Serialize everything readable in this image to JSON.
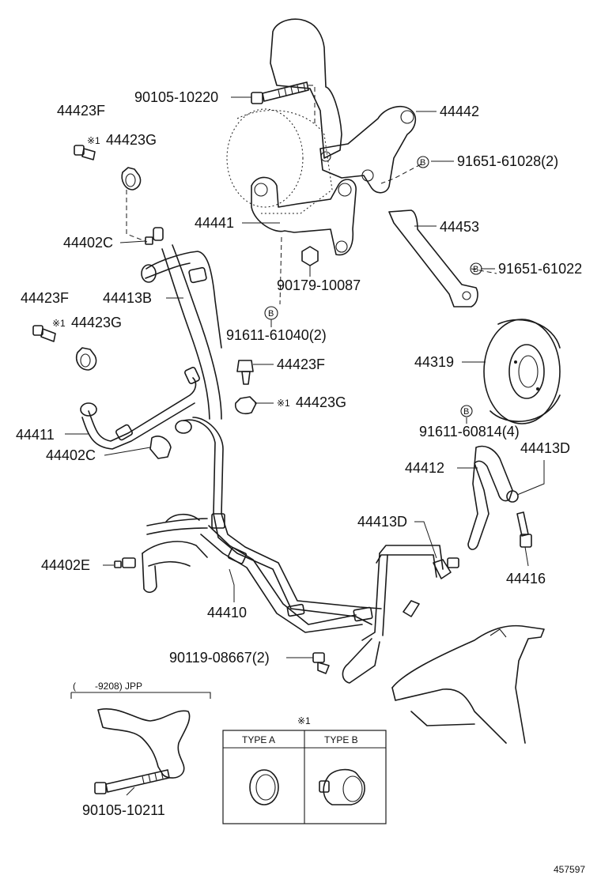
{
  "labels": {
    "l_90105_10220": "90105-10220",
    "l_44442": "44442",
    "l_44423F_a": "44423F",
    "l_44423G_a": "44423G",
    "l_91651_61028": "91651-61028(2)",
    "l_44441": "44441",
    "l_44453": "44453",
    "l_44402C_a": "44402C",
    "l_91651_61022": "91651-61022",
    "l_90179_10087": "90179-10087",
    "l_44423F_b": "44423F",
    "l_44413B": "44413B",
    "l_44423G_b": "44423G",
    "l_91611_61040": "91611-61040(2)",
    "l_44319": "44319",
    "l_44423F_c": "44423F",
    "l_44423G_c": "44423G",
    "l_44411": "44411",
    "l_91611_60814": "91611-60814(4)",
    "l_44402C_b": "44402C",
    "l_44412": "44412",
    "l_44413D_a": "44413D",
    "l_44413D_b": "44413D",
    "l_44402E": "44402E",
    "l_44416": "44416",
    "l_44410": "44410",
    "l_90119_08667": "90119-08667(2)",
    "l_90105_10211": "90105-10211"
  },
  "symbols": {
    "ref_mark": "※1",
    "bolt_mark": "B"
  },
  "inset": {
    "range": "(　　-9208) JPP"
  },
  "type_table": {
    "title": "※1",
    "type_a": "TYPE A",
    "type_b": "TYPE B"
  },
  "diagram_number": "457597"
}
